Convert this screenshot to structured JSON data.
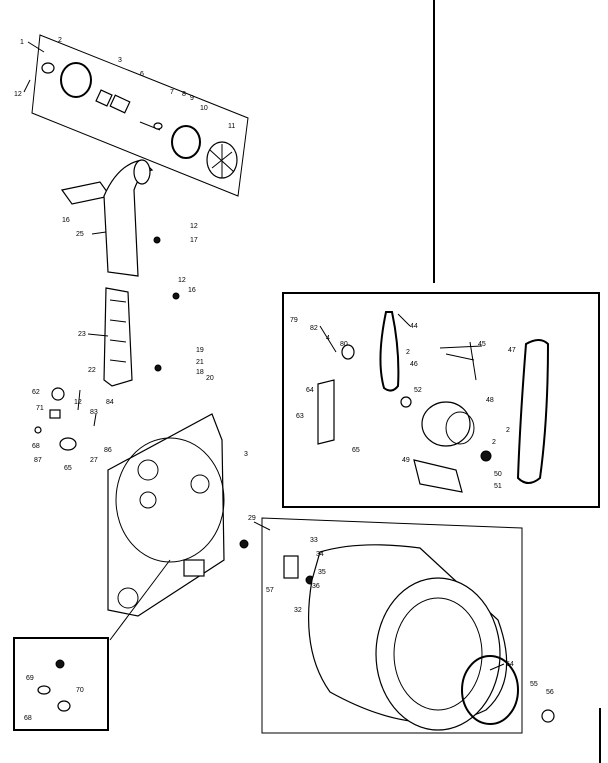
{
  "labels": {
    "upper_group": [
      "1",
      "2",
      "3",
      "12",
      "6",
      "7",
      "8",
      "9",
      "10",
      "11"
    ],
    "duct_group": [
      "16",
      "25",
      "12",
      "17",
      "12",
      "16"
    ],
    "lint_group": [
      "23",
      "22",
      "19",
      "21",
      "18",
      "20"
    ],
    "left_parts": [
      "62",
      "71",
      "12",
      "84",
      "83",
      "68",
      "87",
      "65",
      "86",
      "27",
      "3"
    ],
    "motor_panel": [
      "79",
      "82",
      "4",
      "80",
      "44",
      "2",
      "46",
      "45",
      "47",
      "64",
      "63",
      "65",
      "52",
      "48",
      "2",
      "2",
      "49",
      "50",
      "51"
    ],
    "drum_group": [
      "29",
      "33",
      "34",
      "35",
      "36",
      "57",
      "32",
      "54",
      "55",
      "56"
    ],
    "inset": [
      "69",
      "70",
      "68"
    ]
  }
}
